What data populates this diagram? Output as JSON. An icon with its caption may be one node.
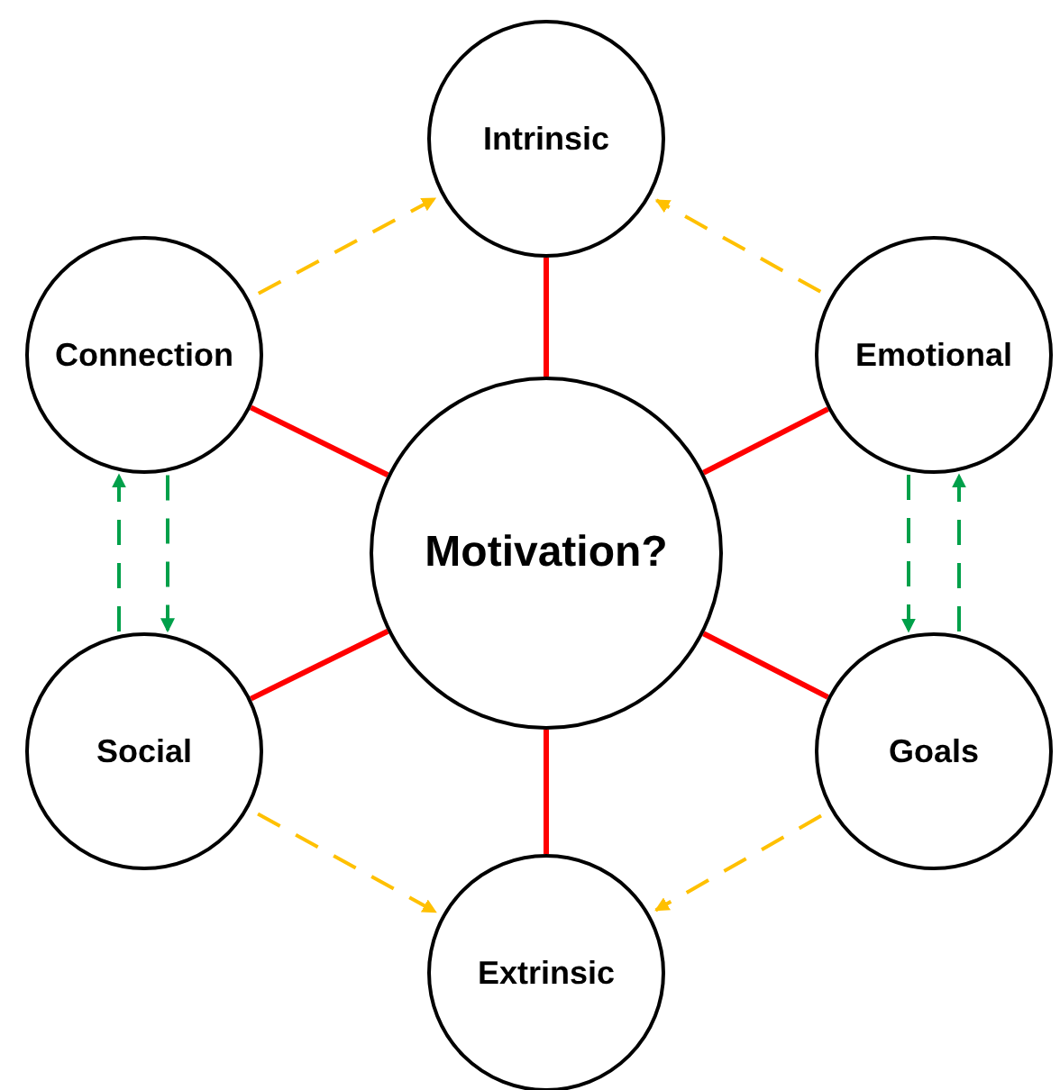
{
  "diagram": {
    "nodes": [
      {
        "text": [
          "Intrinsic"
        ]
      },
      {
        "text": [
          "Connection"
        ]
      },
      {
        "text": [
          "Emotional"
        ]
      },
      {
        "text": [
          "Motivation?"
        ]
      },
      {
        "text": [
          "Social"
        ]
      },
      {
        "text": [
          "Goals"
        ]
      },
      {
        "text": [
          "Extrinsic"
        ]
      }
    ],
    "edges": [
      {
        "from": 3,
        "to": 0,
        "arrow": "none"
      },
      {
        "from": 3,
        "to": 1,
        "arrow": "none"
      },
      {
        "from": 3,
        "to": 2,
        "arrow": "none"
      },
      {
        "from": 3,
        "to": 4,
        "arrow": "none"
      },
      {
        "from": 3,
        "to": 5,
        "arrow": "none"
      },
      {
        "from": 3,
        "to": 6,
        "arrow": "none"
      },
      {
        "from": 1,
        "to": 0,
        "arrow": "to",
        "style": "dashed",
        "color": "#ffc000"
      },
      {
        "from": 2,
        "to": 0,
        "arrow": "to",
        "style": "dashed",
        "color": "#ffc000"
      },
      {
        "from": 4,
        "to": 6,
        "arrow": "to",
        "style": "dashed",
        "color": "#ffc000"
      },
      {
        "from": 5,
        "to": 6,
        "arrow": "to",
        "style": "dashed",
        "color": "#ffc000"
      },
      {
        "from": 4,
        "to": 1,
        "arrow": "to",
        "style": "dashed",
        "color": "#00a04a"
      },
      {
        "from": 1,
        "to": 4,
        "arrow": "to",
        "style": "dashed",
        "color": "#00a04a"
      },
      {
        "from": 2,
        "to": 5,
        "arrow": "to",
        "style": "dashed",
        "color": "#00a04a"
      },
      {
        "from": 5,
        "to": 2,
        "arrow": "to",
        "style": "dashed",
        "color": "#00a04a"
      }
    ]
  }
}
